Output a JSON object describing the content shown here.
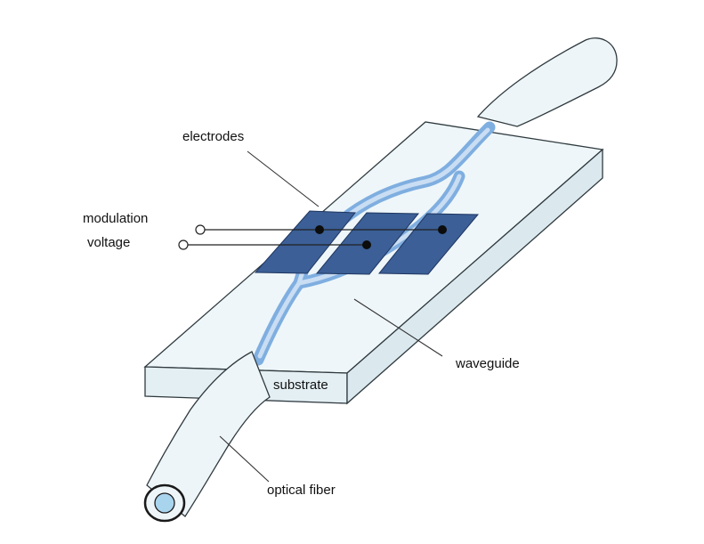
{
  "labels": {
    "electrodes": "electrodes",
    "modulation_line1": "modulation",
    "modulation_line2": "voltage",
    "waveguide": "waveguide",
    "substrate": "substrate",
    "optical_fiber": "optical fiber"
  },
  "colors": {
    "substrate_fill": "#eef6f9",
    "substrate_stroke": "#2f3a3f",
    "fiber_fill": "#eef5f8",
    "waveguide_outer": "#7faee0",
    "waveguide_inner": "#c9ddf3",
    "electrode_fill": "#3b5f96",
    "electrode_stroke": "#1f3560",
    "fiber_core": "#a9d4ee"
  }
}
